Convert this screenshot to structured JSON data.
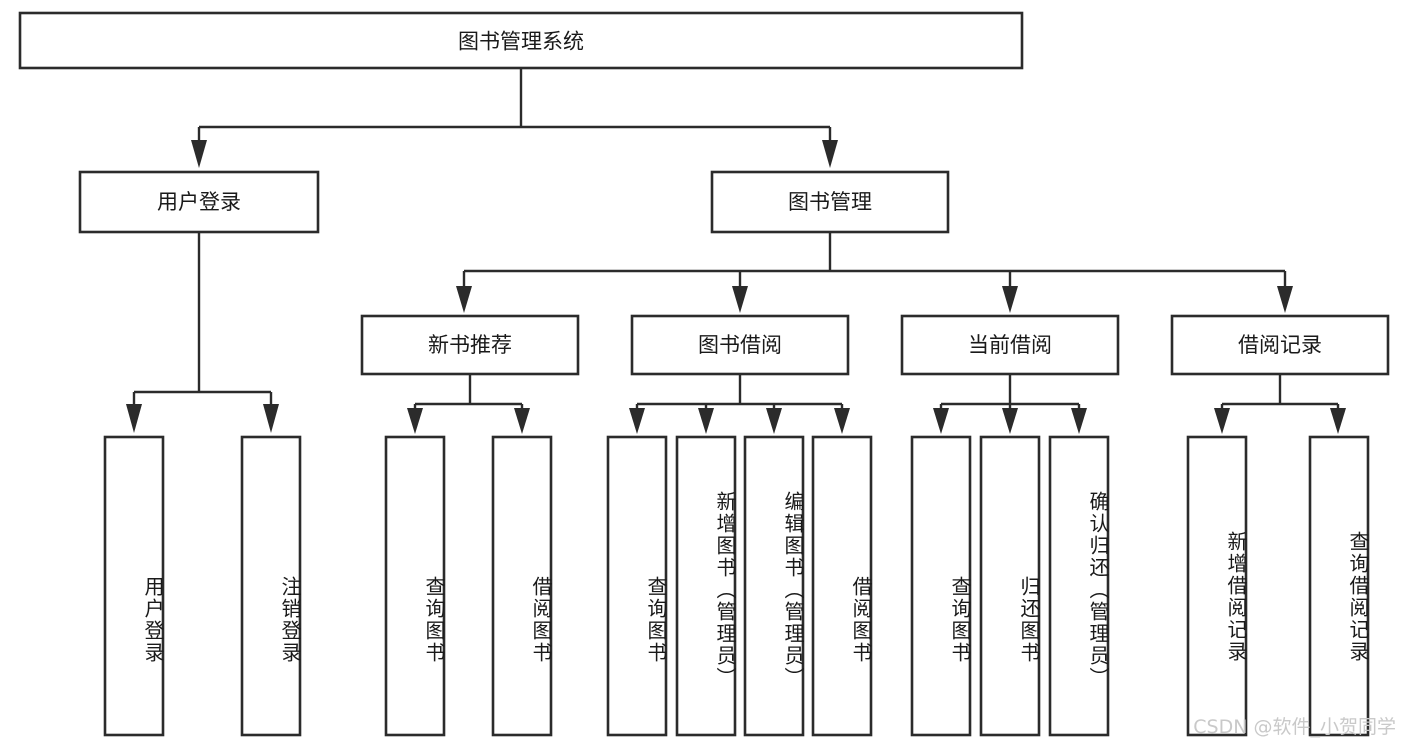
{
  "diagram": {
    "title": "图书管理系统",
    "type": "tree-hierarchy-chart",
    "orientation": "top-down",
    "colors": {
      "box_fill": "#ffffff",
      "box_stroke": "#2b2b2b",
      "connector": "#2b2b2b",
      "text": "#1a1a1a",
      "watermark": "#c9c9c9",
      "background": "#ffffff"
    },
    "root": {
      "label": "图书管理系统"
    },
    "level1": [
      {
        "label": "用户登录"
      },
      {
        "label": "图书管理"
      }
    ],
    "level2": [
      {
        "label": "新书推荐"
      },
      {
        "label": "图书借阅"
      },
      {
        "label": "当前借阅"
      },
      {
        "label": "借阅记录"
      }
    ],
    "leaves": {
      "user_login": [
        {
          "label": "用户登录"
        },
        {
          "label": "注销登录"
        }
      ],
      "new_book_recommend": [
        {
          "label": "查询图书"
        },
        {
          "label": "借阅图书"
        }
      ],
      "book_borrow": [
        {
          "label": "查询图书"
        },
        {
          "label": "新增图书（管理员）"
        },
        {
          "label": "编辑图书（管理员）"
        },
        {
          "label": "借阅图书"
        }
      ],
      "current_borrow": [
        {
          "label": "查询图书"
        },
        {
          "label": "归还图书"
        },
        {
          "label": "确认归还（管理员）"
        }
      ],
      "borrow_records": [
        {
          "label": "新增借阅记录"
        },
        {
          "label": "查询借阅记录"
        }
      ]
    }
  },
  "watermark": {
    "text": "CSDN @软件_小贺同学"
  }
}
